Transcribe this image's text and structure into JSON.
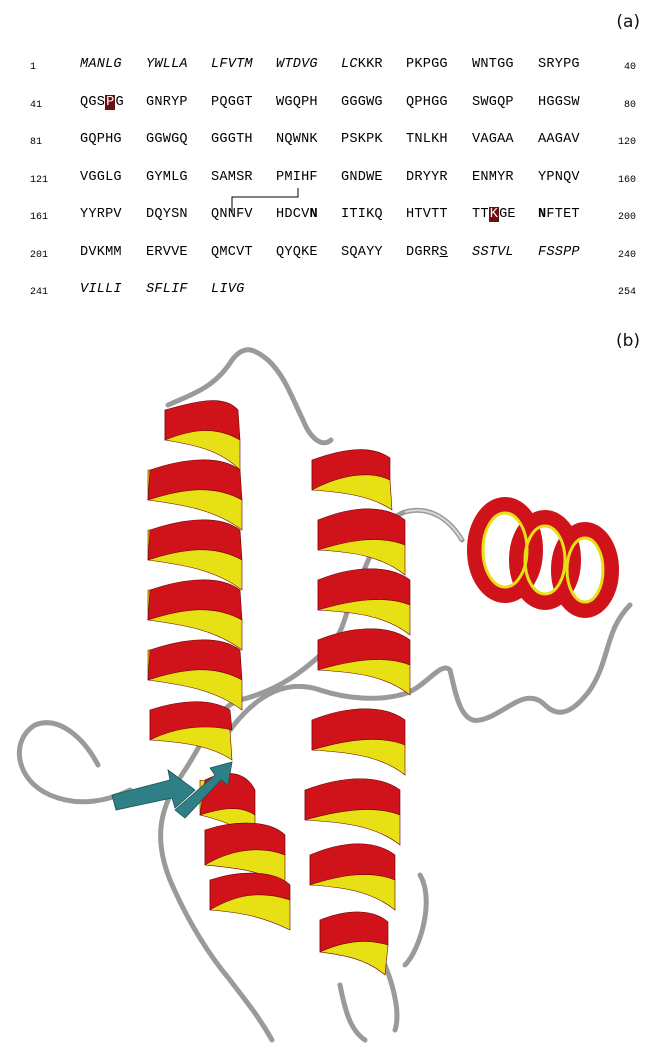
{
  "panel_labels": {
    "a": "(a)",
    "b": "(b)"
  },
  "sequence_rows": [
    {
      "start": "1",
      "end": "40",
      "segments": [
        {
          "text": "MANLG",
          "style": "italic"
        },
        {
          "text": "YWLLA",
          "style": "italic"
        },
        {
          "text": "LFVTM",
          "style": "italic"
        },
        {
          "text": "WTDVG",
          "style": "italic"
        },
        {
          "text": "LCKKR",
          "style": "mixed-lc"
        },
        {
          "text": "PKPGG",
          "style": "normal"
        },
        {
          "text": "WNTGG",
          "style": "normal"
        },
        {
          "text": "SRYPG",
          "style": "normal"
        }
      ]
    },
    {
      "start": "41",
      "end": "80",
      "segments": [
        {
          "text": "QGSPG",
          "style": "hl-p"
        },
        {
          "text": "GNRYP",
          "style": "normal"
        },
        {
          "text": "PQGGT",
          "style": "normal"
        },
        {
          "text": "WGQPH",
          "style": "normal"
        },
        {
          "text": "GGGWG",
          "style": "normal"
        },
        {
          "text": "QPHGG",
          "style": "normal"
        },
        {
          "text": "SWGQP",
          "style": "normal"
        },
        {
          "text": "HGGSW",
          "style": "normal"
        }
      ]
    },
    {
      "start": "81",
      "end": "120",
      "segments": [
        {
          "text": "GQPHG",
          "style": "normal"
        },
        {
          "text": "GGWGQ",
          "style": "normal"
        },
        {
          "text": "GGGTH",
          "style": "normal"
        },
        {
          "text": "NQWNK",
          "style": "normal"
        },
        {
          "text": "PSKPK",
          "style": "normal"
        },
        {
          "text": "TNLKH",
          "style": "normal"
        },
        {
          "text": "VAGAA",
          "style": "normal"
        },
        {
          "text": "AAGAV",
          "style": "normal"
        }
      ]
    },
    {
      "start": "121",
      "end": "160",
      "segments": [
        {
          "text": "VGGLG",
          "style": "normal"
        },
        {
          "text": "GYMLG",
          "style": "normal"
        },
        {
          "text": "SAMSR",
          "style": "normal"
        },
        {
          "text": "PMIHF",
          "style": "normal"
        },
        {
          "text": "GNDWE",
          "style": "normal"
        },
        {
          "text": "DRYYR",
          "style": "normal"
        },
        {
          "text": "ENMYR",
          "style": "normal"
        },
        {
          "text": "YPNQV",
          "style": "normal"
        }
      ]
    },
    {
      "start": "161",
      "end": "200",
      "segments": [
        {
          "text": "YYRPV",
          "style": "normal"
        },
        {
          "text": "DQYSN",
          "style": "normal"
        },
        {
          "text": "QNNFV",
          "style": "normal"
        },
        {
          "text": "HDCVN",
          "style": "bold-last"
        },
        {
          "text": "ITIKQ",
          "style": "normal"
        },
        {
          "text": "HTVTT",
          "style": "normal"
        },
        {
          "text": "TTKGE",
          "style": "hl-k"
        },
        {
          "text": "NFTET",
          "style": "bold-first"
        }
      ]
    },
    {
      "start": "201",
      "end": "240",
      "segments": [
        {
          "text": "DVKMM",
          "style": "normal"
        },
        {
          "text": "ERVVE",
          "style": "normal"
        },
        {
          "text": "QMCVT",
          "style": "normal"
        },
        {
          "text": "QYQKE",
          "style": "normal"
        },
        {
          "text": "SQAYY",
          "style": "normal"
        },
        {
          "text": "DGRRS",
          "style": "ul-last"
        },
        {
          "text": "SSTVL",
          "style": "italic"
        },
        {
          "text": "FSSPP",
          "style": "italic"
        }
      ]
    },
    {
      "start": "241",
      "end": "254",
      "segments": [
        {
          "text": "VILLI",
          "style": "italic"
        },
        {
          "text": "SFLIF",
          "style": "italic"
        },
        {
          "text": "LIVG",
          "style": "italic"
        }
      ]
    }
  ],
  "colors": {
    "helix": "#d0121b",
    "helix_inner": "#e8e10f",
    "coil": "#a9a9a9",
    "sheet": "#2f7f86",
    "highlight": "#6b0f12"
  }
}
